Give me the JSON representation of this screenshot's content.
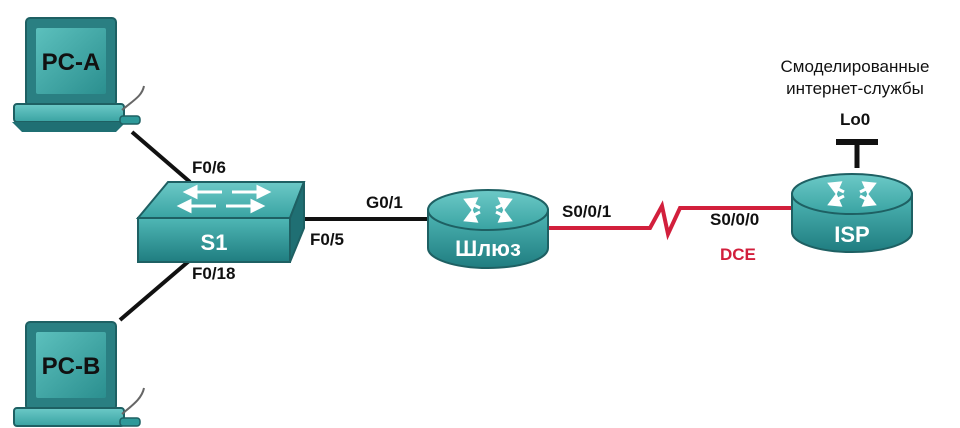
{
  "devices": {
    "pc_a": "PC-A",
    "pc_b": "PC-B",
    "switch": "S1",
    "gateway": "Шлюз",
    "isp": "ISP"
  },
  "ports": {
    "s1_pc_a": "F0/6",
    "s1_pc_b": "F0/18",
    "s1_gateway": "F0/5",
    "gateway_s1": "G0/1",
    "gateway_isp": "S0/0/1",
    "isp_gateway": "S0/0/0",
    "isp_loopback": "Lo0"
  },
  "serial_link_role": "DCE",
  "simulated_services": {
    "line1": "Смоделированные",
    "line2": "интернет-службы"
  },
  "colors": {
    "device_teal": "#2e9a9a",
    "device_dark": "#1f6f73",
    "serial_red": "#d21f3c",
    "cable_black": "#111111"
  },
  "icons": {
    "pc": "desktop-computer-icon",
    "switch": "network-switch-icon",
    "router": "router-icon"
  }
}
